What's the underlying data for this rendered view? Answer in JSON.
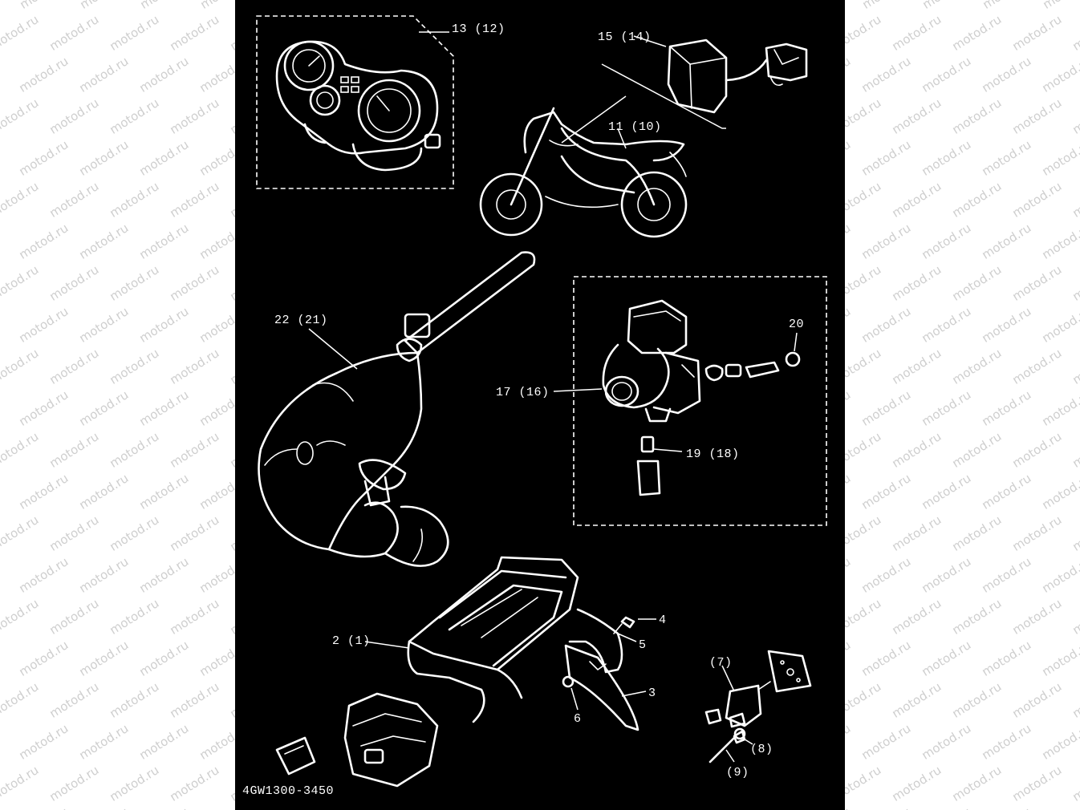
{
  "watermark": {
    "text": "motod.ru"
  },
  "colors": {
    "background": "#000000",
    "lines": "#ffffff",
    "margin": "#ffffff",
    "watermark": "#cfcfcf"
  },
  "callouts": {
    "meter": "13 (12)",
    "ecu": "15 (14)",
    "motorcycle": "11 (10)",
    "exhaust": "22 (21)",
    "carburetor": "17 (16)",
    "screw_20": "20",
    "jet_19": "19 (18)",
    "fender": "2 (1)",
    "bolt_4": "4",
    "collar_5": "5",
    "flap_3": "3",
    "nut_6": "6",
    "bracket_7": "(7)",
    "washer_8": "(8)",
    "bolt_9": "(9)"
  },
  "drawing_number": "4GW1300-3450"
}
